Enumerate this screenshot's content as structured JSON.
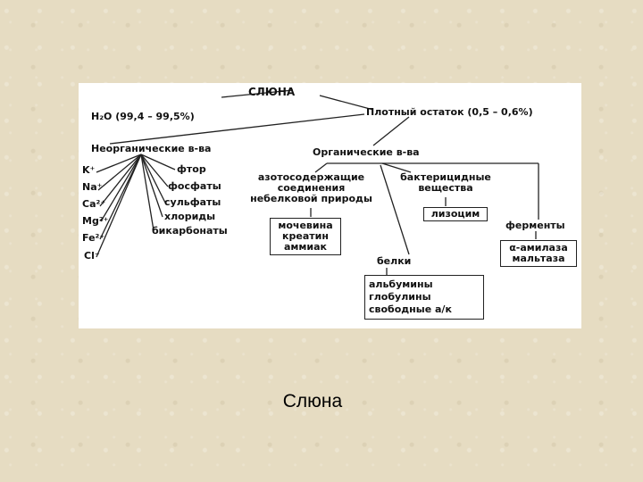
{
  "diagram": {
    "root": "СЛЮНА",
    "water": "H₂O (99,4 – 99,5%)",
    "dry_residue": "Плотный остаток (0,5 – 0,6%)",
    "inorganic": {
      "label": "Неорганические в-ва",
      "ions": [
        "K⁺",
        "Na⁺",
        "Ca²⁺",
        "Mg²⁺",
        "Fe²⁺",
        "Cl⁻"
      ],
      "anions": [
        "фтор",
        "фосфаты",
        "сульфаты",
        "хлориды",
        "бикарбонаты"
      ]
    },
    "organic": {
      "label": "Органические в-ва",
      "nitrogen": {
        "label_lines": [
          "азотосодержащие",
          "соединения",
          "небелковой природы"
        ],
        "items": [
          "мочевина",
          "креатин",
          "аммиак"
        ]
      },
      "bactericidal": {
        "label_lines": [
          "бактерицидные",
          "вещества"
        ],
        "items": [
          "лизоцим"
        ]
      },
      "enzymes": {
        "label": "ферменты",
        "items": [
          "α-амилаза",
          "мальтаза"
        ]
      },
      "proteins": {
        "label": "белки",
        "items": [
          "альбумины",
          "глобулины",
          "свободные а/к"
        ]
      }
    }
  },
  "caption": "Слюна"
}
